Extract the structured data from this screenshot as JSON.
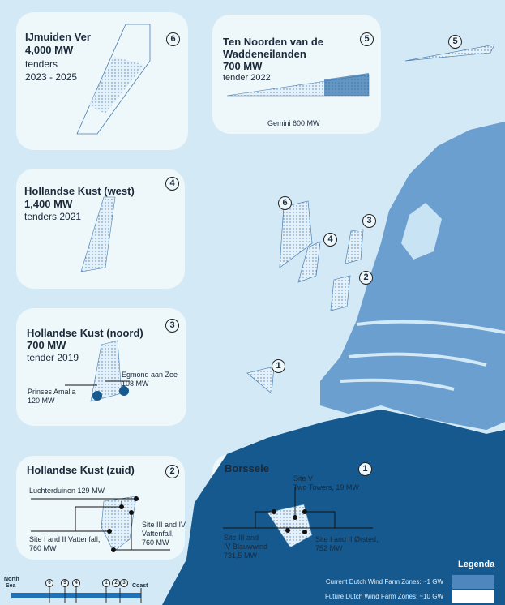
{
  "zones": [
    {
      "num": "6",
      "title": "IJmuiden Ver",
      "capacity": "4,000 MW",
      "tender": "tenders",
      "years": "2023 - 2025"
    },
    {
      "num": "5",
      "title": "Ten Noorden van de",
      "title2": "Waddeneilanden",
      "capacity": "700 MW",
      "tender": "tender 2022",
      "note": "Gemini 600 MW"
    },
    {
      "num": "4",
      "title": "Hollandse Kust (west)",
      "capacity": "1,400 MW",
      "tender": "tenders 2021"
    },
    {
      "num": "3",
      "title": "Hollandse Kust (noord)",
      "capacity": "700 MW",
      "tender": "tender 2019",
      "labels": [
        "Egmond aan Zee",
        "108 MW",
        "Prinses Amalia",
        "120 MW"
      ]
    },
    {
      "num": "2",
      "title": "Hollandse Kust (zuid)",
      "labels": [
        "Luchterduinen 129 MW",
        "Site I and II Vattenfall,",
        "760 MW",
        "Site III and IV",
        "Vattenfall,",
        "760 MW"
      ]
    },
    {
      "num": "1",
      "title": "Borssele",
      "labels": [
        "Site V",
        "Two Towers, 19  MW",
        "Site III and",
        "IV Blauwwind",
        "731,5 MW",
        "Site I and II Ørsted,",
        "752 MW"
      ]
    }
  ],
  "map_markers": [
    "6",
    "5",
    "4",
    "3",
    "2",
    "1"
  ],
  "legend": {
    "title": "Legenda",
    "current": "Current Dutch Wind Farm Zones: ~1 GW",
    "future": "Future Dutch Wind Farm Zones: ~10 GW",
    "current_color": "#4f86bd",
    "future_color": "#ffffff"
  },
  "scale": {
    "left": "North",
    "left2": "Sea",
    "right": "Coast",
    "markers": [
      "6",
      "5",
      "4",
      "1",
      "2",
      "3"
    ]
  },
  "colors": {
    "sea": "#d3eaf6",
    "land": "#6b9fd0",
    "dark": "#15598f",
    "box": "#eef7fa"
  }
}
